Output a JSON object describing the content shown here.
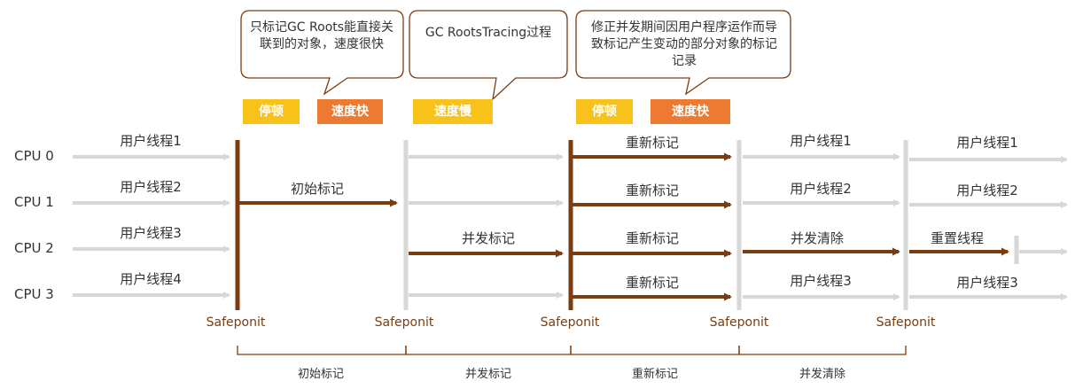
{
  "callouts": [
    {
      "text": "只标记GC Roots能直接关联到的对象，速度很快"
    },
    {
      "text": "GC RootsTracing过程"
    },
    {
      "text": "修正并发期间因用户程序运作而导致标记产生变动的部分对象的标记记录"
    }
  ],
  "tags": [
    {
      "text": "停顿",
      "color": "#f8c21a"
    },
    {
      "text": "速度快",
      "color": "#ec7a31"
    },
    {
      "text": "速度慢",
      "color": "#f8c21a"
    },
    {
      "text": "停顿",
      "color": "#f8c21a"
    },
    {
      "text": "速度快",
      "color": "#ec7a31"
    }
  ],
  "cpus": [
    "CPU 0",
    "CPU 1",
    "CPU 2",
    "CPU 3"
  ],
  "lanes": {
    "initial": [
      "用户线程1",
      "用户线程2",
      "用户线程3",
      "用户线程4"
    ],
    "initial_mark": "初始标记",
    "concurrent_mark": "并发标记",
    "remark": [
      "重新标记",
      "重新标记",
      "重新标记",
      "重新标记"
    ],
    "after_remark": [
      "用户线程1",
      "用户线程2",
      "并发清除",
      "用户线程3"
    ],
    "final": [
      "用户线程1",
      "用户线程2",
      "重置线程",
      "用户线程3"
    ]
  },
  "safepoints": [
    "Safeponit",
    "Safeponit",
    "Safeponit",
    "Safeponit",
    "Safeponit"
  ],
  "phases": [
    "初始标记",
    "并发标记",
    "重新标记",
    "并发清除"
  ],
  "colors": {
    "brown": "#7a3d10",
    "gray_arrow": "#d7d7d7",
    "yellow": "#f8c21a",
    "orange": "#ec7a31",
    "bubble_border": "#7a3d10"
  }
}
